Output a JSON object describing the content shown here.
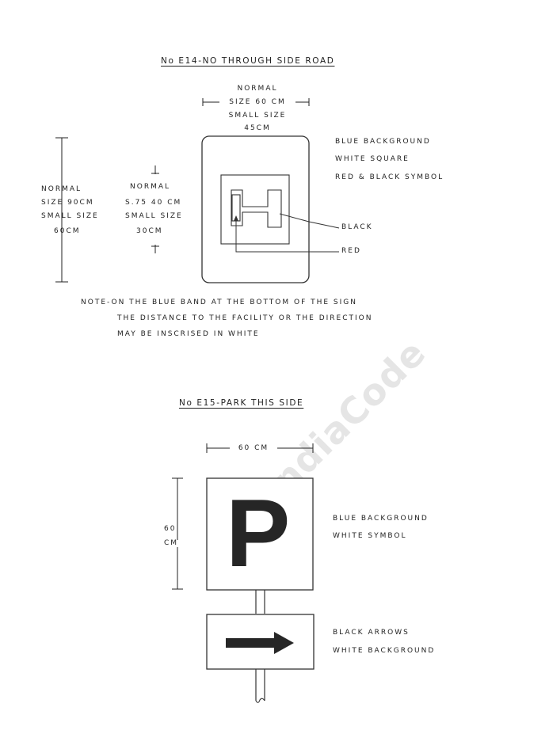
{
  "watermark": "IndiaCode",
  "sign_e14": {
    "title": "No E14-NO THROUGH SIDE ROAD",
    "width_note": [
      "NORMAL",
      "SIZE 60 CM",
      "SMALL SIZE",
      "45CM"
    ],
    "height_note": [
      "NORMAL",
      "SIZE 90CM",
      "SMALL SIZE",
      "60CM"
    ],
    "inner_note": [
      "NORMAL",
      "S.75 40 CM",
      "SMALL SIZE",
      "30CM"
    ],
    "colors_note": [
      "BLUE BACKGROUND",
      "WHITE SQUARE",
      "RED & BLACK SYMBOL"
    ],
    "label_black": "BLACK",
    "label_red": "RED",
    "note": [
      "NOTE-ON THE BLUE BAND AT THE BOTTOM OF THE SIGN",
      "THE DISTANCE TO THE FACILITY OR THE DIRECTION",
      "MAY BE INSCRISED IN WHITE"
    ]
  },
  "sign_e15": {
    "title": "No E15-PARK THIS SIDE",
    "width_label": "60 CM",
    "height_label": [
      "60",
      "CM"
    ],
    "letter": "P",
    "sign_colors": [
      "BLUE BACKGROUND",
      "WHITE SYMBOL"
    ],
    "plate_colors": [
      "BLACK ARROWS",
      "WHITE BACKGROUND"
    ]
  }
}
